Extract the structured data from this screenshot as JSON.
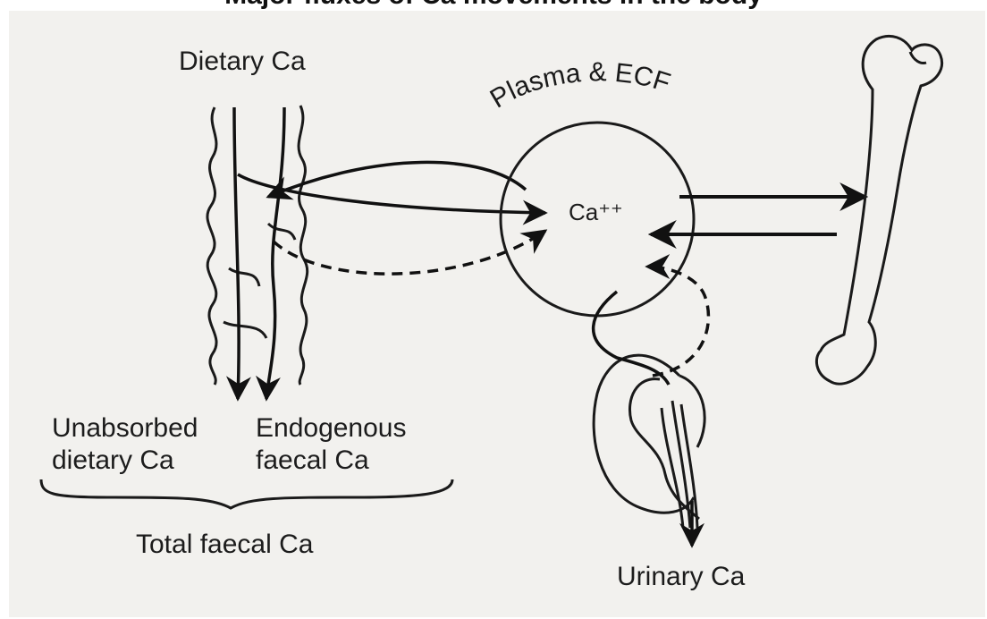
{
  "title": "Major fluxes of Ca movements in the body",
  "labels": {
    "dietary": "Dietary Ca",
    "plasma": "Plasma & ECF",
    "calcium_ion": "Ca⁺⁺",
    "unabsorbed_line1": "Unabsorbed",
    "unabsorbed_line2": "dietary Ca",
    "endogenous_line1": "Endogenous",
    "endogenous_line2": "faecal Ca",
    "total": "Total faecal Ca",
    "urinary": "Urinary Ca"
  }
}
